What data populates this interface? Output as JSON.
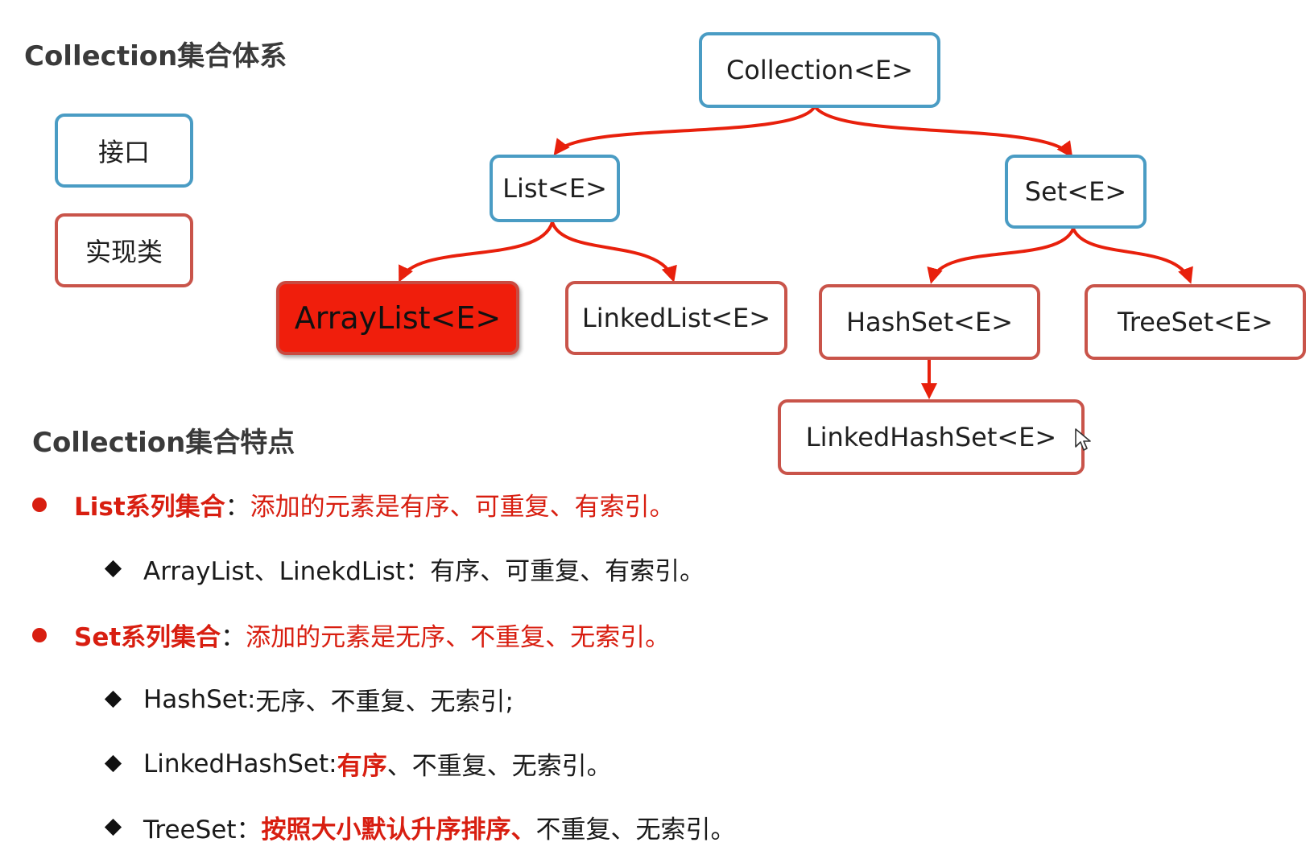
{
  "headings": {
    "system": "Collection集合体系",
    "features": "Collection集合特点"
  },
  "legend": {
    "interface": "接口",
    "implementation": "实现类"
  },
  "nodes": {
    "collection": "Collection<E>",
    "list": "List<E>",
    "set": "Set<E>",
    "arraylist": "ArrayList<E>",
    "linkedlist": "LinkedList<E>",
    "hashset": "HashSet<E>",
    "treeset": "TreeSet<E>",
    "linkedhashset": "LinkedHashSet<E>"
  },
  "features": {
    "list": {
      "label": "List系列集合",
      "colon": "：",
      "desc": "添加的元素是有序、可重复、有索引。",
      "sub": {
        "label": "ArrayList、LinekdList：",
        "desc": "有序、可重复、有索引。"
      }
    },
    "set": {
      "label": "Set系列集合",
      "colon": "：",
      "desc": "添加的元素是无序、不重复、无索引。",
      "subs": [
        {
          "label": "HashSet: ",
          "emph": "",
          "desc": "无序、不重复、无索引;"
        },
        {
          "label": "LinkedHashSet: ",
          "emph": "有序",
          "desc": "、不重复、无索引。"
        },
        {
          "label": "TreeSet：",
          "emph": "按照大小默认升序排序、",
          "desc": "不重复、无索引。"
        }
      ]
    }
  },
  "colors": {
    "interface_border": "#4a9cc4",
    "impl_border": "#c9544a",
    "highlight_fill": "#f01e0c",
    "edge": "#e8200c",
    "accent_text": "#d81e10"
  }
}
